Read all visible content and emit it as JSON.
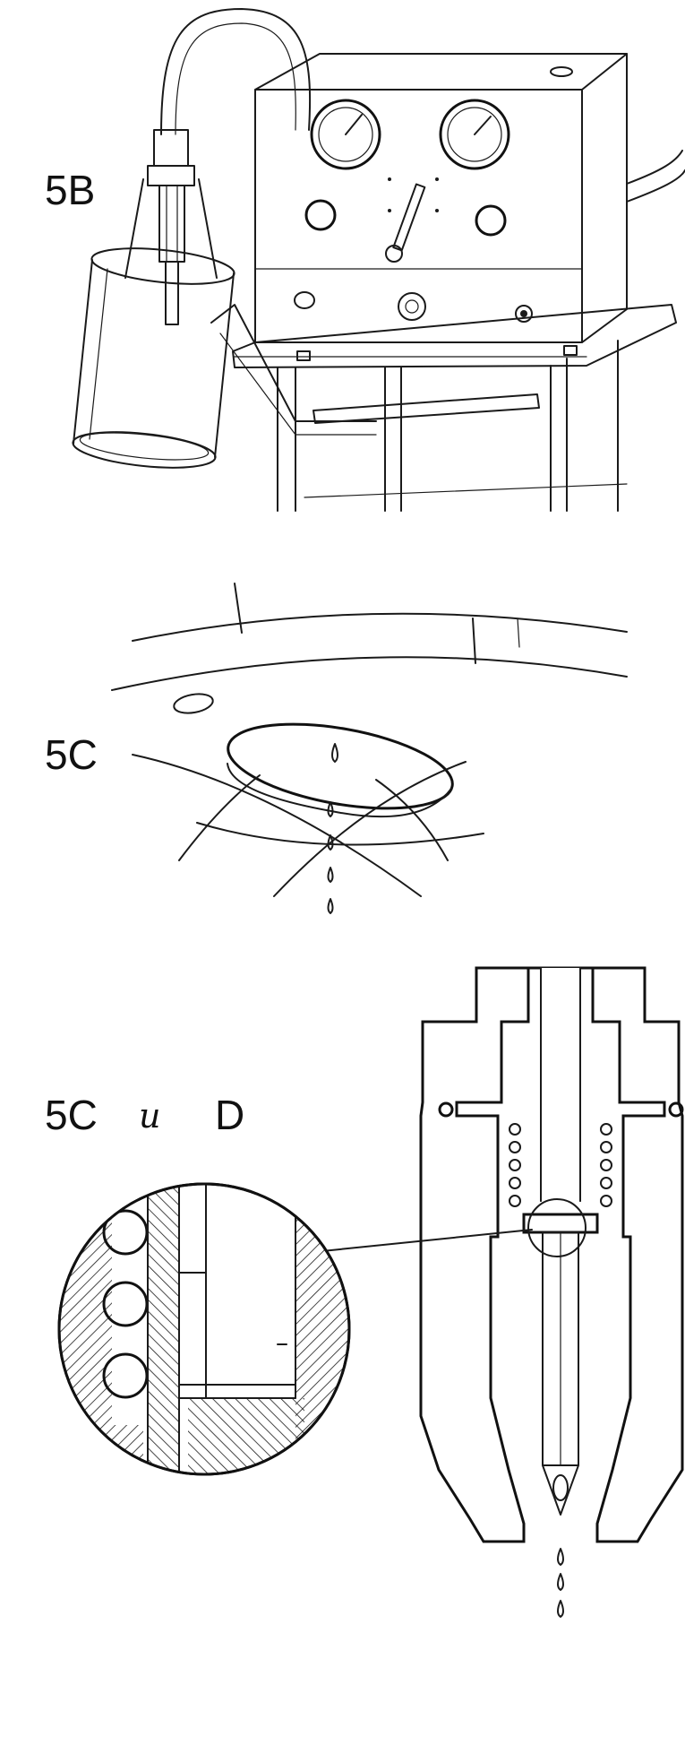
{
  "figures": {
    "f5b": {
      "label": "5B"
    },
    "f5c": {
      "label": "5C"
    },
    "f5cd": {
      "label_a": "5C",
      "label_sep": "и",
      "label_b": "D"
    }
  },
  "colors": {
    "ink": "#1a1a1a",
    "paper": "#ffffff"
  }
}
